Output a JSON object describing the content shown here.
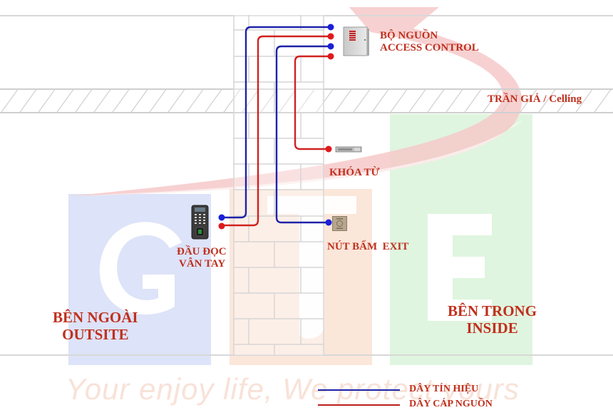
{
  "diagram": {
    "title": "Access control wiring diagram",
    "colors": {
      "signal_wire": "#1e22a8",
      "power_wire": "#d0221f",
      "label_text": "#c0301e",
      "watermark_blue": "#dde3f8",
      "watermark_peach": "#fbe6da",
      "watermark_green": "#dff5df",
      "watermark_red": "#f6c9c9"
    },
    "labels": {
      "power_supply_line1": "BỘ NGUỒN",
      "power_supply_line2": "ACCESS CONTROL",
      "ceiling": "TRẦN GIẢ / Celling",
      "magnetic_lock": "KHÓA TỪ",
      "reader_line1": "ĐẦU ĐỌC",
      "reader_line2": "VÂN TAY",
      "exit_button": "NÚT BẤM  EXIT",
      "outside_line1": "BÊN NGOÀI",
      "outside_line2": "OUTSITE",
      "inside_line1": "BÊN TRONG",
      "inside_line2": "INSIDE"
    },
    "legend": {
      "signal": "DÂY TÍN HIỆU",
      "power": "DÂY CÁP NGUỒN"
    },
    "watermark": {
      "slogan": "Your enjoy life, We protect yours",
      "letters": [
        "G",
        "U",
        "E"
      ]
    },
    "devices": [
      {
        "id": "power-supply",
        "icon": "power-supply-box-icon"
      },
      {
        "id": "magnetic-lock",
        "icon": "magnetic-lock-icon"
      },
      {
        "id": "fingerprint-reader",
        "icon": "fingerprint-reader-icon"
      },
      {
        "id": "exit-button",
        "icon": "exit-button-icon"
      }
    ],
    "connections": [
      {
        "from": "fingerprint-reader",
        "to": "power-supply",
        "type": "signal"
      },
      {
        "from": "fingerprint-reader",
        "to": "power-supply",
        "type": "power"
      },
      {
        "from": "exit-button",
        "to": "power-supply",
        "type": "signal"
      },
      {
        "from": "magnetic-lock",
        "to": "power-supply",
        "type": "power"
      }
    ]
  }
}
